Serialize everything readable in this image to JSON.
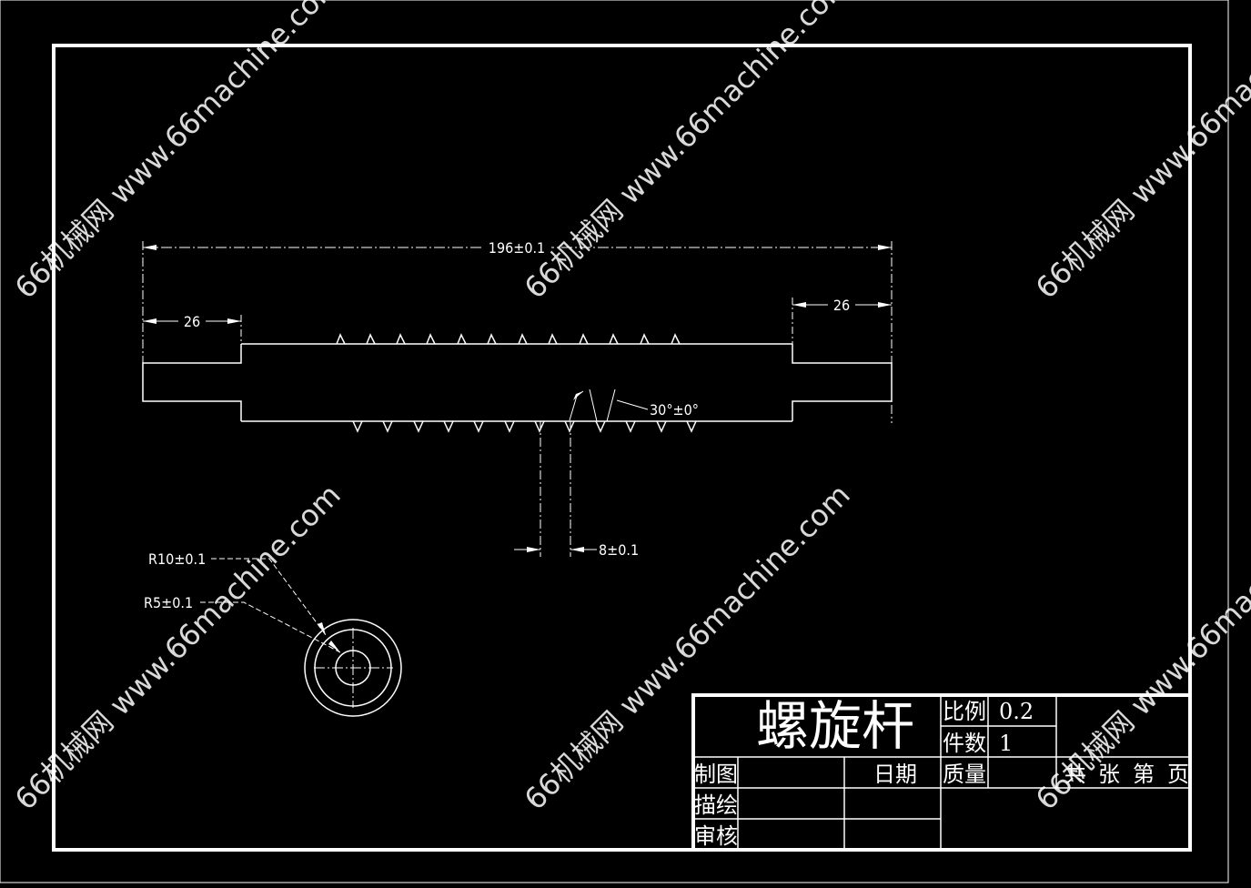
{
  "drawing": {
    "title": "螺旋杆",
    "dimensions": {
      "overall_length": "196±0.1",
      "left_shoulder": "26",
      "right_shoulder": "26",
      "thread_angle": "30°±0°",
      "pitch": "8±0.1",
      "outer_radius": "R10±0.1",
      "inner_radius": "R5±0.1"
    }
  },
  "title_block": {
    "title": "螺旋杆",
    "scale_label": "比例",
    "scale_value": "0.2",
    "count_label": "件数",
    "count_value": "1",
    "drawn_label": "制图",
    "traced_label": "描绘",
    "checked_label": "审核",
    "date_label": "日期",
    "mass_label": "质量",
    "total_label": "共",
    "sheets_label": "张",
    "number_label": "第",
    "page_label": "页"
  },
  "watermark": "66机械网 www.66machine.com",
  "colors": {
    "background": "#000000",
    "lines": "#ffffff"
  }
}
